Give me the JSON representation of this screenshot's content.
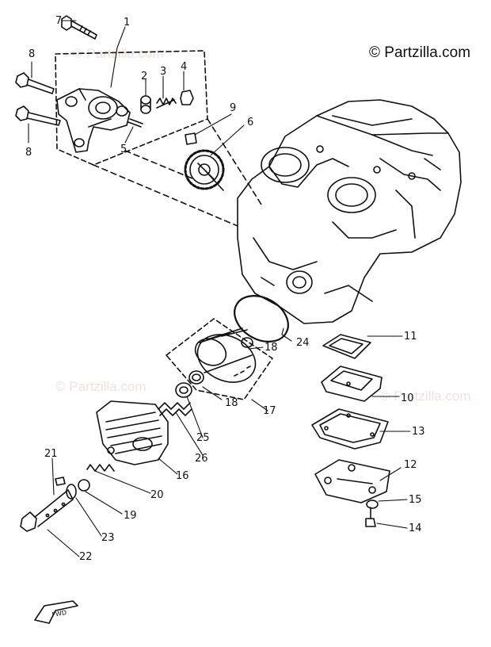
{
  "copyright": "© Partzilla.com",
  "watermark": "© Partzilla.com",
  "fwd_label": "FWD",
  "callouts": [
    {
      "id": "c1",
      "label": "1"
    },
    {
      "id": "c2",
      "label": "2"
    },
    {
      "id": "c3",
      "label": "3"
    },
    {
      "id": "c4",
      "label": "4"
    },
    {
      "id": "c5",
      "label": "5"
    },
    {
      "id": "c6",
      "label": "6"
    },
    {
      "id": "c7",
      "label": "7"
    },
    {
      "id": "c8a",
      "label": "8"
    },
    {
      "id": "c8b",
      "label": "8"
    },
    {
      "id": "c9",
      "label": "9"
    },
    {
      "id": "c10",
      "label": "10"
    },
    {
      "id": "c11",
      "label": "11"
    },
    {
      "id": "c12",
      "label": "12"
    },
    {
      "id": "c13",
      "label": "13"
    },
    {
      "id": "c14",
      "label": "14"
    },
    {
      "id": "c15",
      "label": "15"
    },
    {
      "id": "c16",
      "label": "16"
    },
    {
      "id": "c17",
      "label": "17"
    },
    {
      "id": "c18a",
      "label": "18"
    },
    {
      "id": "c18b",
      "label": "18"
    },
    {
      "id": "c19",
      "label": "19"
    },
    {
      "id": "c20",
      "label": "20"
    },
    {
      "id": "c21",
      "label": "21"
    },
    {
      "id": "c22",
      "label": "22"
    },
    {
      "id": "c23",
      "label": "23"
    },
    {
      "id": "c24",
      "label": "24"
    },
    {
      "id": "c25",
      "label": "25"
    },
    {
      "id": "c26",
      "label": "26"
    }
  ]
}
